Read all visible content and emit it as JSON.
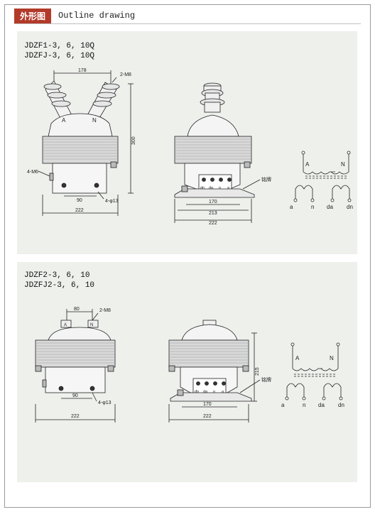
{
  "header": {
    "title_cn": "外形图",
    "title_en": "Outline drawing"
  },
  "panel1": {
    "models": [
      "JDZF1-3, 6, 10Q",
      "JDZFJ-3, 6, 10Q"
    ],
    "dims": {
      "top_width": "178",
      "bolt": "2-M8",
      "height": "300",
      "mount": "4-M6",
      "hole_spacing": "90",
      "holes": "4-φ13",
      "base_width": "222",
      "side_inner": "170",
      "side_mid": "213",
      "side_width": "222"
    },
    "terminal_a": "A",
    "terminal_n": "N",
    "nameplate": "铭牌",
    "plate_labels": [
      "dn",
      "da",
      "n",
      "a"
    ],
    "schematic": {
      "A": "A",
      "N": "N",
      "a": "a",
      "n": "n",
      "da": "da",
      "dn": "dn"
    }
  },
  "panel2": {
    "models": [
      "JDZF2-3, 6, 10",
      "JDZFJ2-3, 6, 10"
    ],
    "dims": {
      "top_width": "80",
      "bolt": "2-M8",
      "height": "215",
      "hole_spacing": "90",
      "holes": "4-φ13",
      "base_width": "222",
      "side_inner": "170",
      "side_width": "222"
    },
    "terminal_a": "A",
    "terminal_n": "N",
    "nameplate": "铭牌",
    "plate_labels": [
      "dn",
      "da",
      "n",
      "a"
    ],
    "schematic": {
      "A": "A",
      "N": "N",
      "a": "a",
      "n": "n",
      "da": "da",
      "dn": "dn"
    }
  }
}
